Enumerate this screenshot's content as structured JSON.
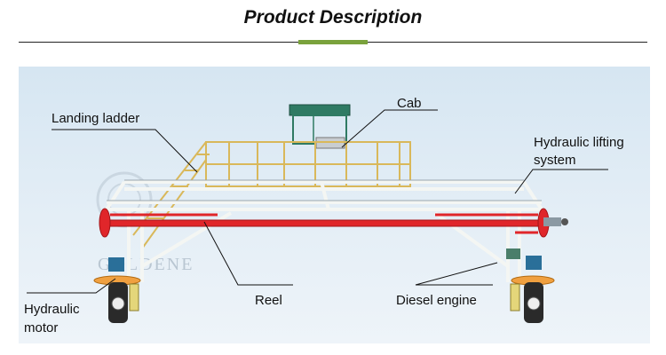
{
  "header": {
    "title": "Product Description",
    "accent_color": "#7aa23c"
  },
  "diagram": {
    "labels": {
      "landing_ladder": "Landing ladder",
      "cab": "Cab",
      "hydraulic_lifting_1": "Hydraulic lifting",
      "hydraulic_lifting_2": "system",
      "reel": "Reel",
      "diesel_engine": "Diesel engine",
      "hydraulic_motor_1": "Hydraulic",
      "hydraulic_motor_2": "motor"
    },
    "watermark": "GOLDENE",
    "colors": {
      "frame": "#f2f4f1",
      "reel": "#e0262a",
      "cab": "#2f7a63",
      "background": "#dbe8f3"
    }
  }
}
